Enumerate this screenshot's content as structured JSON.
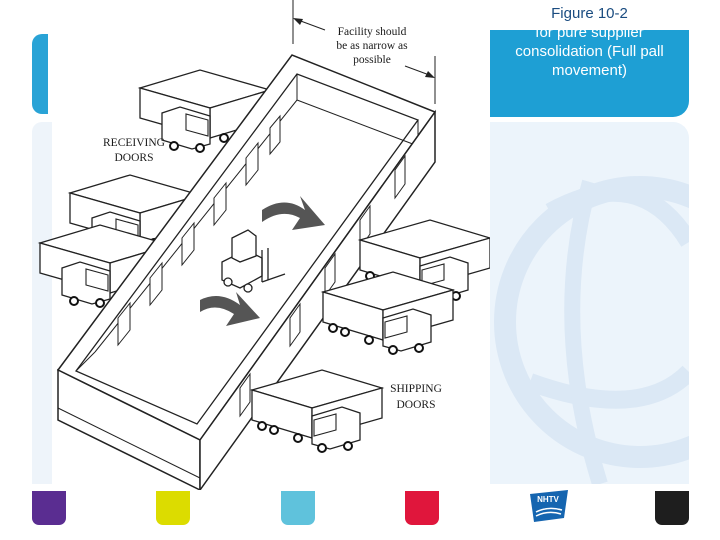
{
  "slide": {
    "title_lines": [
      "Figure 10-2",
      "for pure supplier",
      "consolidation (Full pall",
      "movement)"
    ]
  },
  "diagram": {
    "facility_note": [
      "Facility should",
      "be as narrow as",
      "possible"
    ],
    "receiving_label": [
      "RECEIVING",
      "DOORS"
    ],
    "shipping_label": [
      "SHIPPING",
      "DOORS"
    ]
  },
  "footer": {
    "swatches": [
      {
        "name": "purple",
        "color": "#5a2d91"
      },
      {
        "name": "yellow",
        "color": "#dcdc00"
      },
      {
        "name": "cyan",
        "color": "#5fc2dc"
      },
      {
        "name": "red",
        "color": "#e0163c"
      },
      {
        "name": "black",
        "color": "#1e1e1e"
      }
    ],
    "logo_text": "NHTV"
  }
}
